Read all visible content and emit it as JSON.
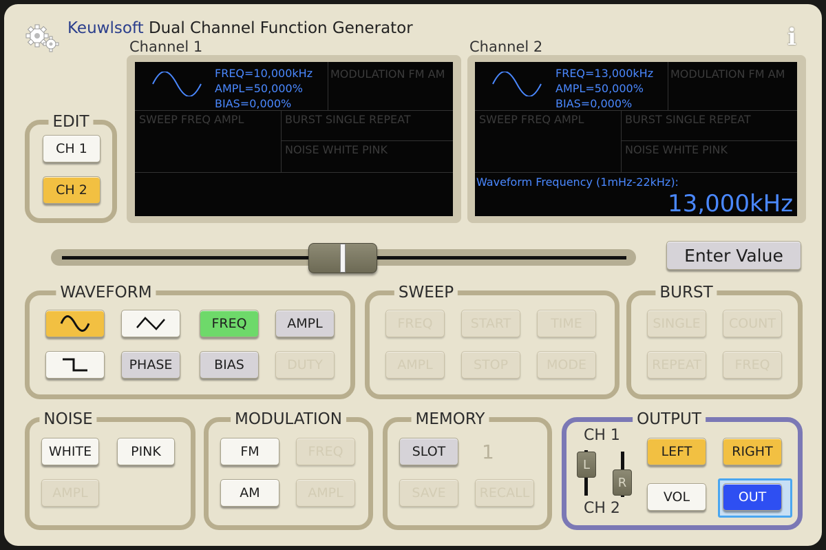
{
  "header": {
    "brand": "Keuwlsoft",
    "title": "Dual Channel Function Generator",
    "info_icon": "i"
  },
  "channel1": {
    "label": "Channel 1",
    "freq": "FREQ=10,000kHz",
    "ampl": "AMPL=50,000%",
    "bias": "BIAS=0,000%",
    "modulation": "MODULATION  FM  AM",
    "sweep": "SWEEP    FREQ  AMPL",
    "burst": "BURST    SINGLE  REPEAT",
    "noise": "NOISE    WHITE   PINK"
  },
  "channel2": {
    "label": "Channel 2",
    "freq": "FREQ=13,000kHz",
    "ampl": "AMPL=50,000%",
    "bias": "BIAS=0,000%",
    "modulation": "MODULATION  FM  AM",
    "sweep": "SWEEP    FREQ  AMPL",
    "burst": "BURST    SINGLE  REPEAT",
    "noise": "NOISE    WHITE   PINK",
    "prompt": "Waveform Frequency (1mHz-22kHz):",
    "value": "13,000kHz"
  },
  "edit": {
    "title": "EDIT",
    "ch1": "CH 1",
    "ch2": "CH 2"
  },
  "slider": {
    "value_fraction": 0.5
  },
  "enter_value": "Enter Value",
  "waveform": {
    "title": "WAVEFORM",
    "freq": "FREQ",
    "ampl": "AMPL",
    "phase": "PHASE",
    "bias": "BIAS",
    "duty": "DUTY"
  },
  "sweep": {
    "title": "SWEEP",
    "freq": "FREQ",
    "start": "START",
    "time": "TIME",
    "ampl": "AMPL",
    "stop": "STOP",
    "mode": "MODE"
  },
  "burst": {
    "title": "BURST",
    "single": "SINGLE",
    "count": "COUNT",
    "repeat": "REPEAT",
    "freq": "FREQ"
  },
  "noise": {
    "title": "NOISE",
    "white": "WHITE",
    "pink": "PINK",
    "ampl": "AMPL"
  },
  "modulation": {
    "title": "MODULATION",
    "fm": "FM",
    "freq": "FREQ",
    "am": "AM",
    "ampl": "AMPL"
  },
  "memory": {
    "title": "MEMORY",
    "slot": "SLOT",
    "slot_number": "1",
    "save": "SAVE",
    "recall": "RECALL"
  },
  "output": {
    "title": "OUTPUT",
    "ch1": "CH 1",
    "ch2": "CH 2",
    "fader_l": "L",
    "fader_r": "R",
    "left": "LEFT",
    "right": "RIGHT",
    "vol": "VOL",
    "out": "OUT"
  },
  "colors": {
    "accent_yellow": "#f2c042",
    "active_green": "#6ed96a",
    "out_blue": "#2e4ff2",
    "screen_text": "#4a88ff"
  }
}
